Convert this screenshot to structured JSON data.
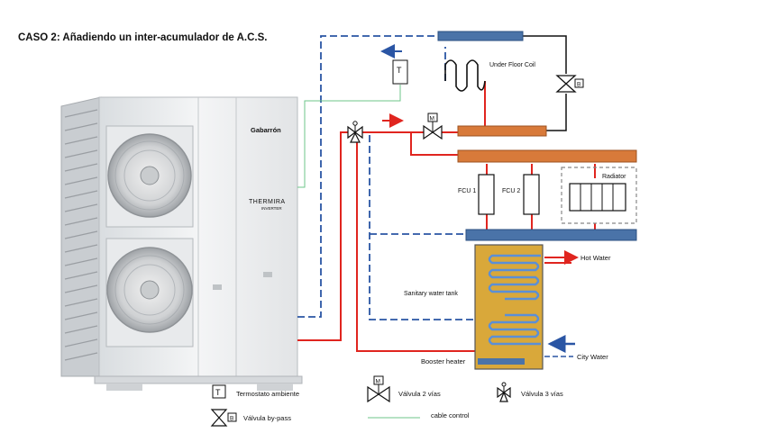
{
  "title": "CASO 2: Añadiendo un inter-acumulador de A.C.S.",
  "brand": {
    "name": "Gabarrón",
    "product": "THERMIRA",
    "product_sub": "INVERTER",
    "color": "#d8262b"
  },
  "labels": {
    "under_floor_coil": "Under Floor Coil",
    "fcu1": "FCU 1",
    "fcu2": "FCU 2",
    "radiator": "Radiator",
    "hot_water": "Hot  Water",
    "sanitary_tank": "Sanitary water tank",
    "booster_heater": "Booster heater",
    "city_water": "City  Water",
    "thermostat_letter": "T",
    "valve_m_letter": "M",
    "valve_b_letter": "B"
  },
  "legend": {
    "thermostat": "Termostato ambiente",
    "two_way": "Válvula 2 vías",
    "three_way": "Válvula 3 vías",
    "bypass": "Válvula by-pass",
    "cable": "cable control"
  },
  "colors": {
    "hot_pipe": "#e0251f",
    "return_pipe": "#2a55a4",
    "cable": "#6cc58a",
    "manifold_blue": "#4a73a8",
    "manifold_orange": "#d87a3a",
    "tank": "#d9a83a",
    "coil_blue": "#5b8fd6"
  }
}
